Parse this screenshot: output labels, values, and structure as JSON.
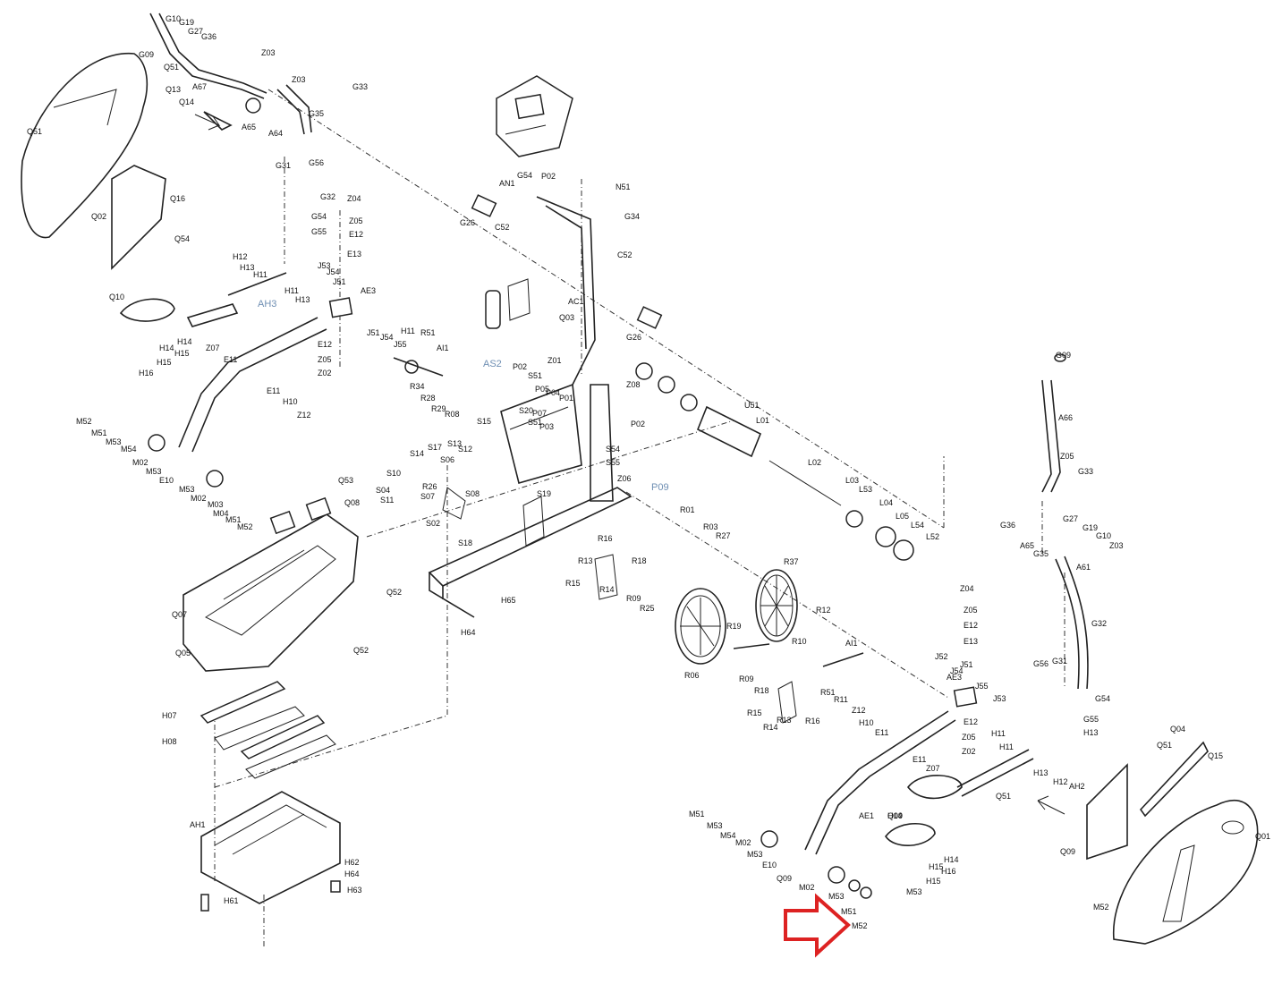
{
  "diagram": {
    "labels": [
      "G10",
      "G19",
      "G27",
      "G36",
      "G09",
      "Q51",
      "Z03",
      "Z03",
      "G33",
      "Q13",
      "Q14",
      "A67",
      "A65",
      "G35",
      "A64",
      "Q51",
      "Q02",
      "Q16",
      "Q54",
      "G31",
      "G56",
      "G32",
      "G54",
      "G55",
      "Z04",
      "Z05",
      "E12",
      "E13",
      "H12",
      "H13",
      "H11",
      "H11",
      "H13",
      "J53",
      "J54",
      "J51",
      "AE3",
      "AH3",
      "Q10",
      "H14",
      "H14",
      "H15",
      "H15",
      "H16",
      "Z07",
      "E11",
      "E12",
      "Z05",
      "Z02",
      "E11",
      "H10",
      "Z12",
      "J51",
      "J54",
      "J55",
      "H11",
      "R51",
      "AI1",
      "R34",
      "R28",
      "R29",
      "R08",
      "M52",
      "M51",
      "M53",
      "M54",
      "M02",
      "M53",
      "E10",
      "M53",
      "M02",
      "M03",
      "M04",
      "M51",
      "M52",
      "Q53",
      "Q08",
      "Q52",
      "Q07",
      "Q05",
      "Q52",
      "H07",
      "H08",
      "AH1",
      "H62",
      "H64",
      "H63",
      "H61",
      "AN1",
      "G54",
      "P02",
      "N51",
      "G34",
      "G26",
      "C52",
      "C52",
      "AC1",
      "Q03",
      "G26",
      "AS2",
      "P02",
      "S51",
      "Z01",
      "P05",
      "P04",
      "P01",
      "S20",
      "P07",
      "P03",
      "S51",
      "S15",
      "S14",
      "S13",
      "S12",
      "S17",
      "S06",
      "S10",
      "S04",
      "S11",
      "S07",
      "R26",
      "S08",
      "S02",
      "S18",
      "S19",
      "S54",
      "S55",
      "P02",
      "Z08",
      "Z06",
      "P09",
      "U51",
      "L01",
      "L02",
      "L03",
      "L53",
      "L04",
      "L05",
      "L54",
      "L52",
      "R01",
      "R03",
      "R27",
      "R16",
      "R13",
      "R15",
      "R14",
      "R18",
      "R09",
      "R25",
      "H65",
      "H64",
      "R37",
      "R12",
      "R10",
      "R19",
      "R06",
      "R09",
      "R18",
      "R15",
      "R14",
      "R13",
      "R16",
      "R51",
      "R11",
      "AI1",
      "J52",
      "J51",
      "J54",
      "J55",
      "J53",
      "E12",
      "Z05",
      "Z02",
      "Z04",
      "Z05",
      "E12",
      "E13",
      "AE3",
      "Z12",
      "H10",
      "E11",
      "E11",
      "Z07",
      "AE1",
      "Q09",
      "G09",
      "A66",
      "Z05",
      "G33",
      "G36",
      "A65",
      "G35",
      "G27",
      "G19",
      "G10",
      "Z03",
      "A61",
      "G32",
      "G56",
      "G31",
      "G54",
      "G55",
      "H13",
      "H11",
      "H11",
      "H13",
      "H12",
      "AH2",
      "Q51",
      "Q04",
      "Q51",
      "Q15",
      "Q09",
      "Q01",
      "M52",
      "M51",
      "M53",
      "M54",
      "M02",
      "M53",
      "E10",
      "Q09",
      "H14",
      "H14",
      "H15",
      "H16",
      "H15",
      "M53",
      "M02",
      "M53",
      "M51",
      "M52"
    ]
  }
}
